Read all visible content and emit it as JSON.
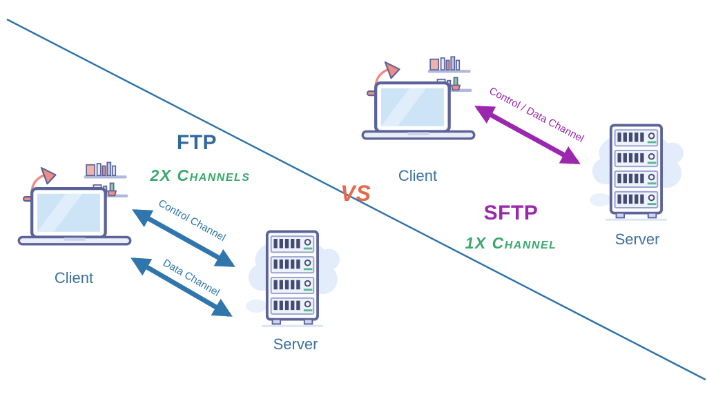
{
  "colors": {
    "divider_blue": "#2e73a8",
    "arrow_blue": "#3076ad",
    "ftp_blue": "#33689c",
    "sftp_purple": "#9b27ae",
    "channel_green": "#3aa86d",
    "vs_orange": "#e8684a",
    "illustration_outline": "#5c6399"
  },
  "icons": {
    "client": "desk-laptop-illustration",
    "server": "server-rack-cloud-illustration"
  },
  "vs_label": "VS",
  "ftp": {
    "title": "FTP",
    "subtitle": "2X Channels",
    "client_label": "Client",
    "server_label": "Server",
    "arrow_labels": [
      "Control Channel",
      "Data Channel"
    ]
  },
  "sftp": {
    "title": "SFTP",
    "subtitle": "1X Channel",
    "client_label": "Client",
    "server_label": "Server",
    "arrow_labels": [
      "Control / Data Channel"
    ]
  }
}
